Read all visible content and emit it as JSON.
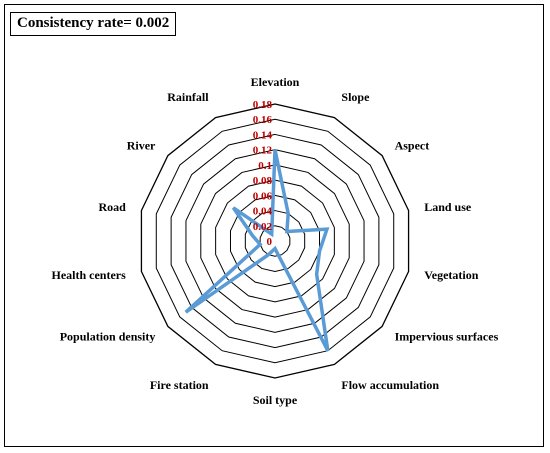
{
  "header": {
    "consistency_label": "Consistency rate= 0.002"
  },
  "chart_data": {
    "type": "radar",
    "title": "Consistency rate= 0.002",
    "axes": [
      "Elevation",
      "Slope",
      "Aspect",
      "Land use",
      "Vegetation",
      "Impervious surfaces",
      "Flow accumulation",
      "Soil type",
      "Fire station",
      "Population density",
      "Health centers",
      "Road",
      "River",
      "Rainfall"
    ],
    "ticks": [
      "0",
      "0.02",
      "0.04",
      "0.06",
      "0.08",
      "0.1",
      "0.12",
      "0.14",
      "0.16",
      "0.18"
    ],
    "rlim": [
      0,
      0.18
    ],
    "series": [
      {
        "values": [
          0.12,
          0.04,
          0.02,
          0.07,
          0.06,
          0.07,
          0.16,
          0.01,
          0.02,
          0.15,
          0.02,
          0.03,
          0.07,
          0.01
        ]
      }
    ],
    "colors": {
      "series": "#5b9bd5",
      "tick_labels": "#c00000",
      "grid": "#000000"
    },
    "grid": true
  }
}
